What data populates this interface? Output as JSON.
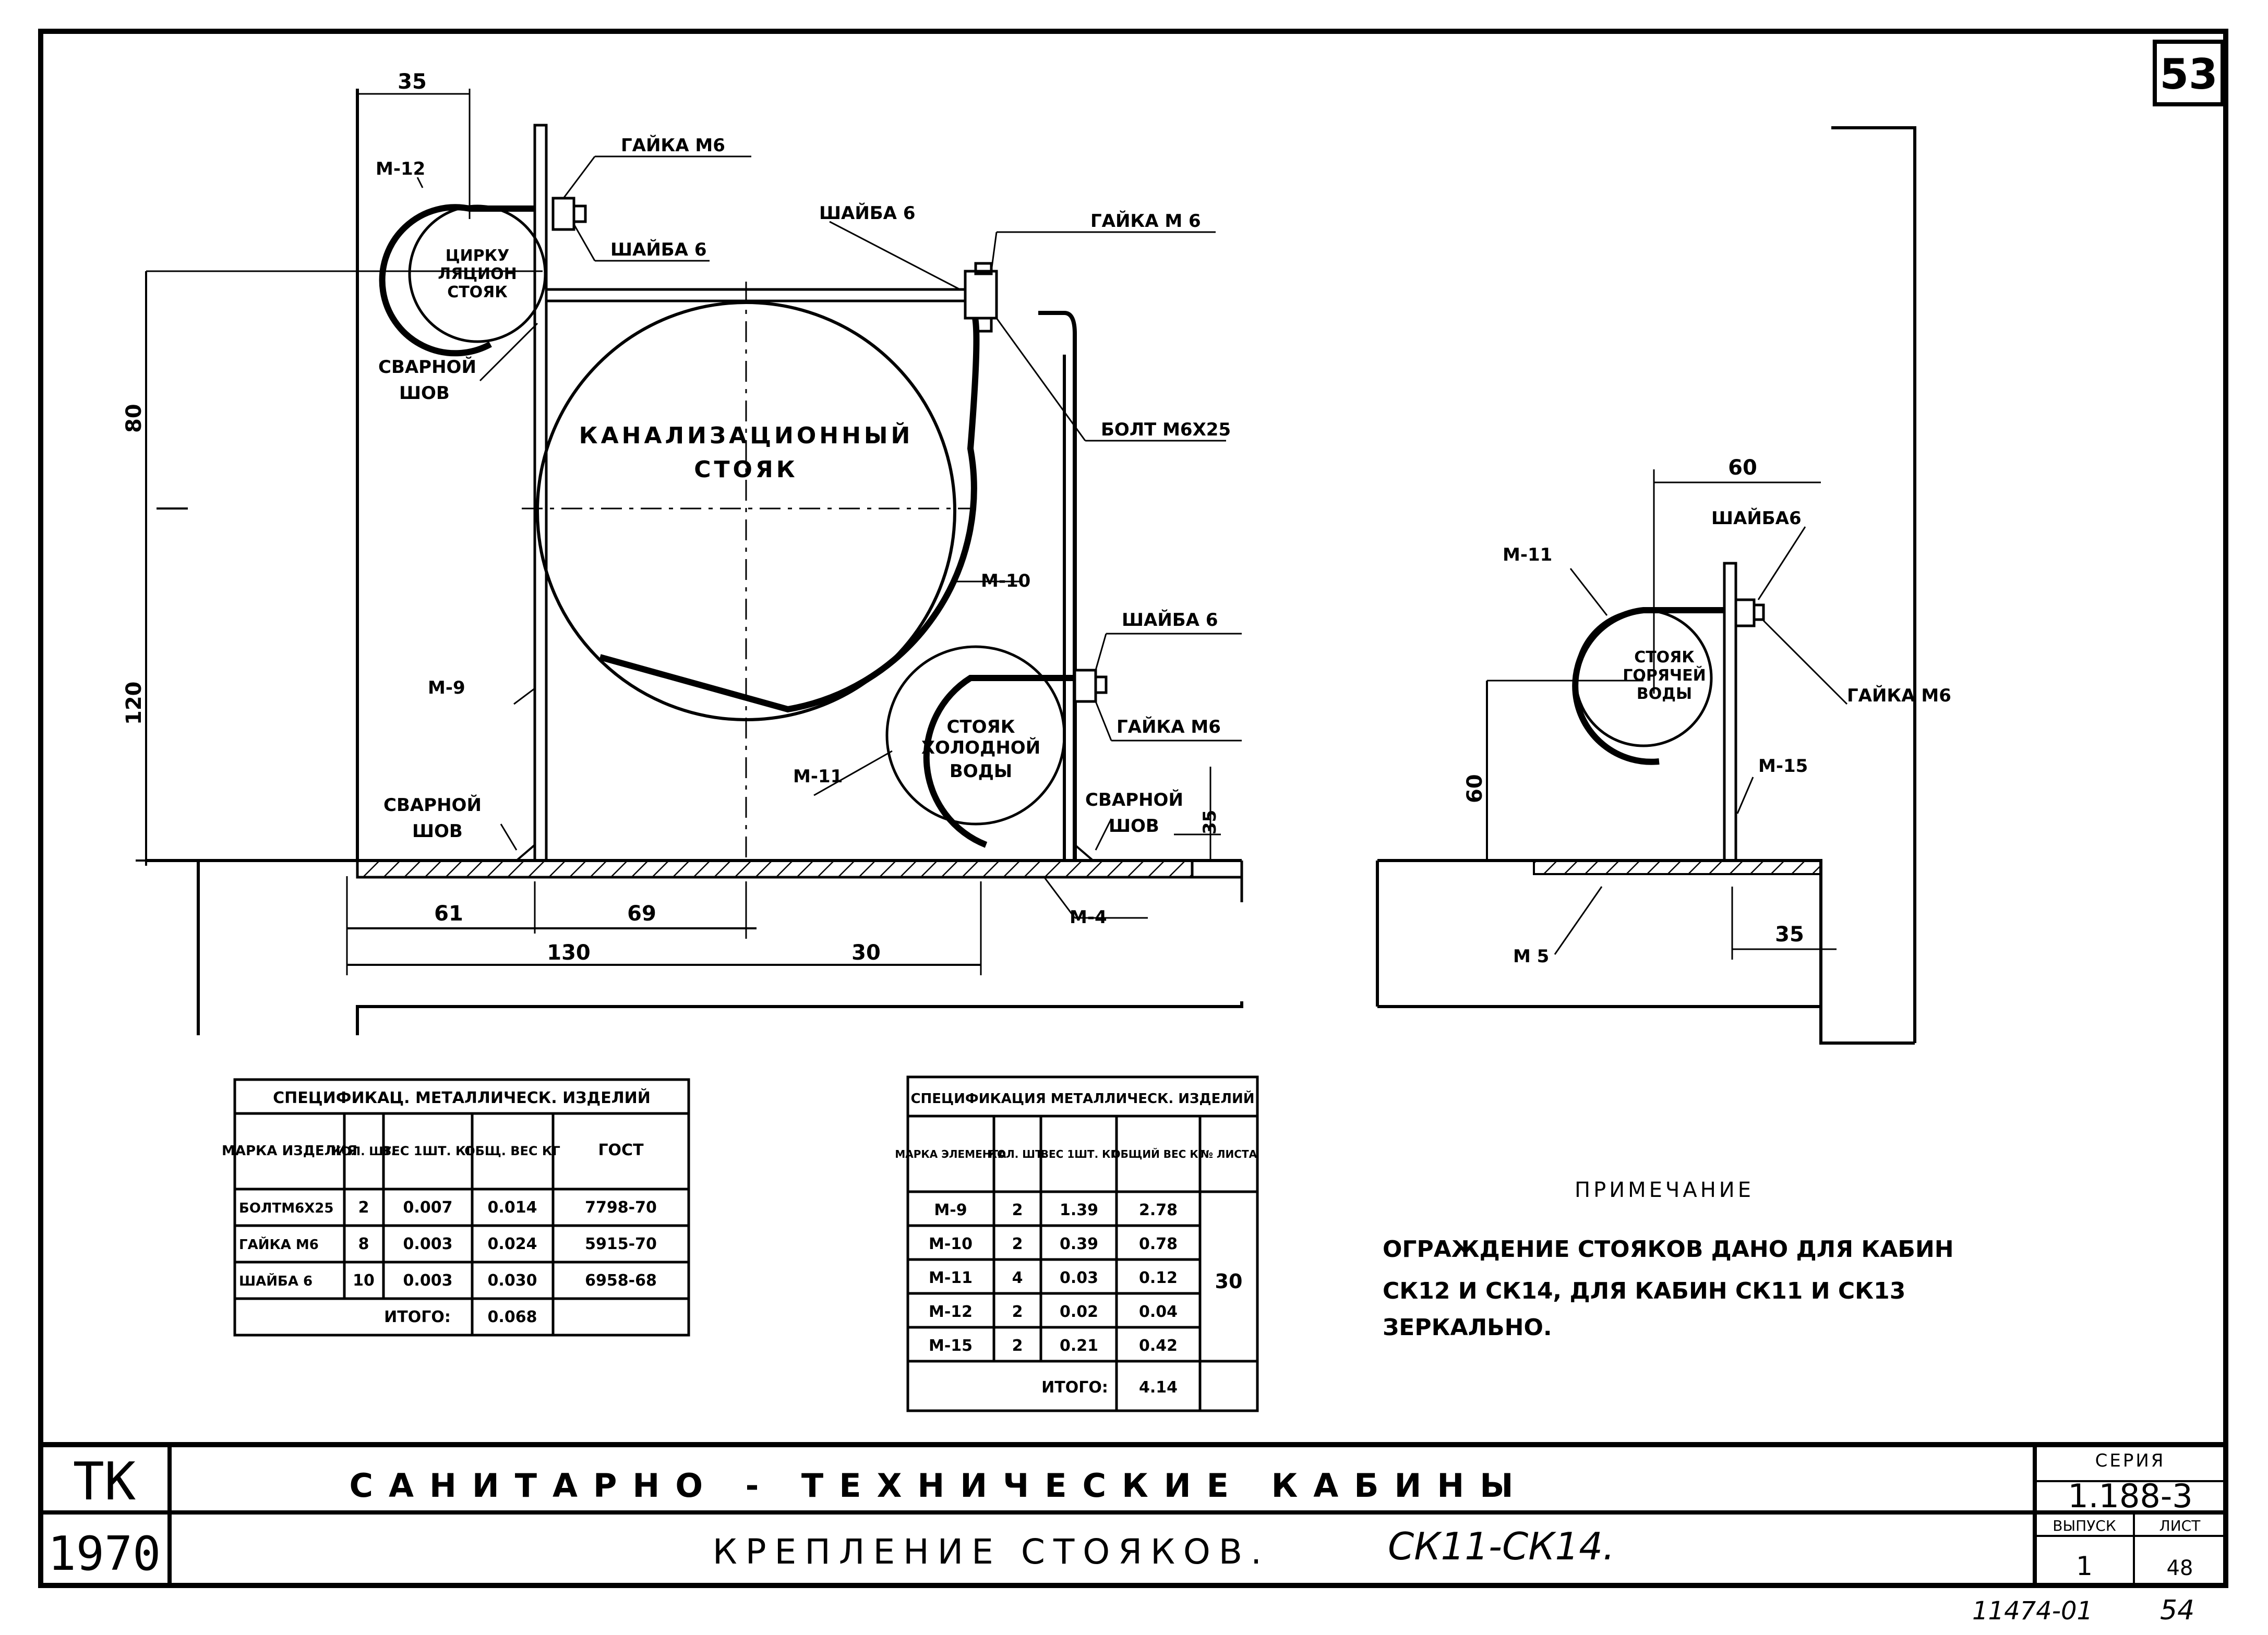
{
  "sheet_number": "53",
  "left_view": {
    "labels": {
      "dim_35_top": "35",
      "gayka_m6_1": "ГАЙКА М6",
      "m12": "М-12",
      "shayba_6_1": "ШАЙБА 6",
      "circ_riser_1": "ЦИРКУ",
      "circ_riser_2": "ЛЯЦИОН",
      "circ_riser_3": "СТОЯК",
      "svarnoy_1": "СВАРНОЙ",
      "shov_1": "ШОВ",
      "shayba_6_2": "ШАЙБА 6",
      "gayka_m6_2": "ГАЙКА М 6",
      "bolt_m6x25": "БОЛТ М6Х25",
      "kanal_1": "КАНАЛИЗАЦИОННЫЙ",
      "kanal_2": "СТОЯК",
      "m10": "М-10",
      "shayba_6_3": "ШАЙБА 6",
      "m9": "М-9",
      "gayka_m6_3": "ГАЙКА М6",
      "cold_1": "СТОЯК",
      "cold_2": "ХОЛОДНОЙ",
      "cold_3": "ВОДЫ",
      "m11": "М-11",
      "svarnoy_2": "СВАРНОЙ",
      "shov_2": "ШОВ",
      "svarnoy_3": "СВАРНОЙ",
      "shov_3": "ШОВ",
      "dim_35_side": "35",
      "dim_80": "80",
      "dim_120": "120",
      "m4": "М-4",
      "dim_61": "61",
      "dim_69": "69",
      "dim_130": "130",
      "dim_30": "30"
    }
  },
  "right_view": {
    "labels": {
      "dim_60_top": "60",
      "shayba6": "ШАЙБА6",
      "m11": "М-11",
      "hot_1": "СТОЯК",
      "hot_2": "ГОРЯЧЕЙ",
      "hot_3": "ВОДЫ",
      "gayka_m6": "ГАЙКА М6",
      "m15": "М-15",
      "dim_60_side": "60",
      "m5": "М 5",
      "dim_35": "35"
    }
  },
  "table_left": {
    "title": "СПЕЦИФИКАЦ. МЕТАЛЛИЧЕСК. ИЗДЕЛИЙ",
    "headers": [
      "МАРКА ИЗДЕЛИЯ",
      "КОЛ. ШТ.",
      "ВЕС 1ШТ. КГ",
      "ОБЩ. ВЕС КГ",
      "ГОСТ"
    ],
    "rows": [
      [
        "БОЛТМ6Х25",
        "2",
        "0.007",
        "0.014",
        "7798-70"
      ],
      [
        "ГАЙКА М6",
        "8",
        "0.003",
        "0.024",
        "5915-70"
      ],
      [
        "ШАЙБА 6",
        "10",
        "0.003",
        "0.030",
        "6958-68"
      ]
    ],
    "total_label": "ИТОГО:",
    "total_value": "0.068"
  },
  "table_right": {
    "title": "СПЕЦИФИКАЦИЯ МЕТАЛЛИЧЕСК. ИЗДЕЛИЙ",
    "headers": [
      "МАРКА ЭЛЕМЕНТА",
      "КОЛ. ШТ.",
      "ВЕС 1ШТ. КГ",
      "ОБЩИЙ ВЕС КГ",
      "№ ЛИСТА"
    ],
    "rows": [
      [
        "М-9",
        "2",
        "1.39",
        "2.78"
      ],
      [
        "М-10",
        "2",
        "0.39",
        "0.78"
      ],
      [
        "М-11",
        "4",
        "0.03",
        "0.12"
      ],
      [
        "М-12",
        "2",
        "0.02",
        "0.04"
      ],
      [
        "М-15",
        "2",
        "0.21",
        "0.42"
      ]
    ],
    "sheet_ref": "30",
    "total_label": "ИТОГО:",
    "total_value": "4.14"
  },
  "note": {
    "title": "ПРИМЕЧАНИЕ",
    "line1": "ОГРАЖДЕНИЕ СТОЯКОВ ДАНО ДЛЯ КАБИН",
    "line2": "СК12 И СК14, ДЛЯ КАБИН СК11 И СК13",
    "line3": "ЗЕРКАЛЬНО."
  },
  "title_block": {
    "tk": "ТК",
    "year": "1970",
    "main_title": "САНИТАРНО - ТЕХНИЧЕСКИЕ КАБИНЫ",
    "subtitle": "КРЕПЛЕНИЕ СТОЯКОВ.",
    "subtitle_models": "СК11-СК14.",
    "seriya_label": "СЕРИЯ",
    "seriya_value": "1.188-3",
    "vypusk_label": "ВЫПУСК",
    "vypusk_value": "1",
    "list_label": "ЛИСТ",
    "list_value": "48"
  },
  "footer": {
    "drawing_number": "11474-01",
    "page": "54"
  }
}
